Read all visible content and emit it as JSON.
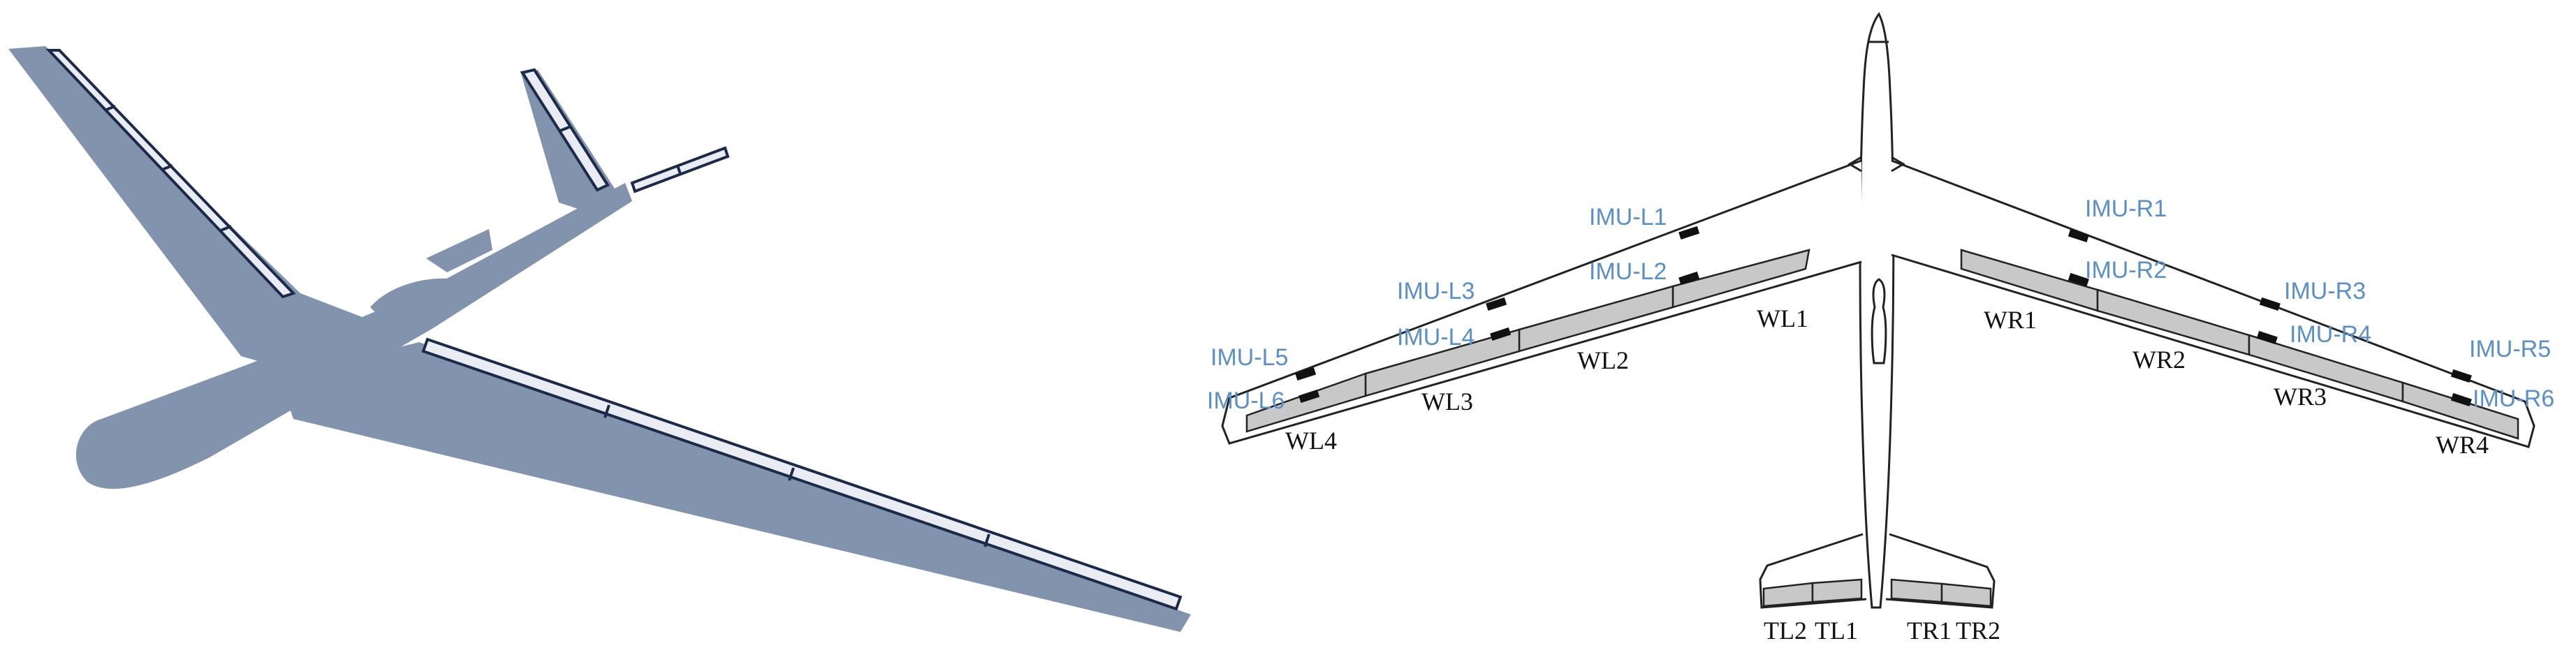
{
  "colors": {
    "shadow": "#8293ad",
    "surface_dark_border": "#1c2a4a",
    "surface_light_fill": "#e9ecf2",
    "outline": "#222222",
    "surface_gray": "#c8c8c8",
    "imu_label": "#5b8fc7",
    "imu_marker": "#111111",
    "text": "#111111"
  },
  "surfaces": {
    "WL1": "WL1",
    "WL2": "WL2",
    "WL3": "WL3",
    "WL4": "WL4",
    "WR1": "WR1",
    "WR2": "WR2",
    "WR3": "WR3",
    "WR4": "WR4",
    "TL1": "TL1",
    "TL2": "TL2",
    "TR1": "TR1",
    "TR2": "TR2"
  },
  "imus": {
    "L1": "IMU-L1",
    "L2": "IMU-L2",
    "L3": "IMU-L3",
    "L4": "IMU-L4",
    "L5": "IMU-L5",
    "L6": "IMU-L6",
    "R1": "IMU-R1",
    "R2": "IMU-R2",
    "R3": "IMU-R3",
    "R4": "IMU-R4",
    "R5": "IMU-R5",
    "R6": "IMU-R6"
  }
}
